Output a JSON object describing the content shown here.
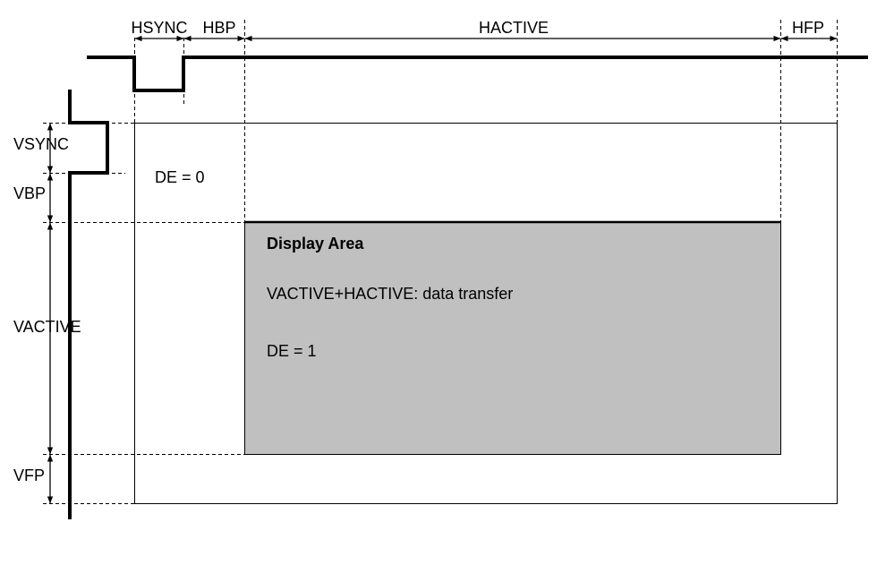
{
  "horizontal_labels": {
    "hsync": "HSYNC",
    "hbp": "HBP",
    "hactive": "HACTIVE",
    "hfp": "HFP"
  },
  "vertical_labels": {
    "vsync": "VSYNC",
    "vbp": "VBP",
    "vactive": "VACTIVE",
    "vfp": "VFP"
  },
  "frame": {
    "de_off_label": "DE = 0"
  },
  "display_area": {
    "title": "Display Area",
    "description": "VACTIVE+HACTIVE: data transfer",
    "de_on_label": "DE = 1",
    "fill_color": "#c0c0c0"
  }
}
